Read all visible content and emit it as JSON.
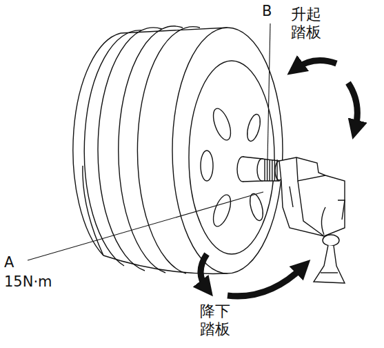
{
  "diagram": {
    "labels": [
      "B",
      "升起 踏板",
      "A",
      "15N·m",
      "降下 踏板"
    ]
  }
}
